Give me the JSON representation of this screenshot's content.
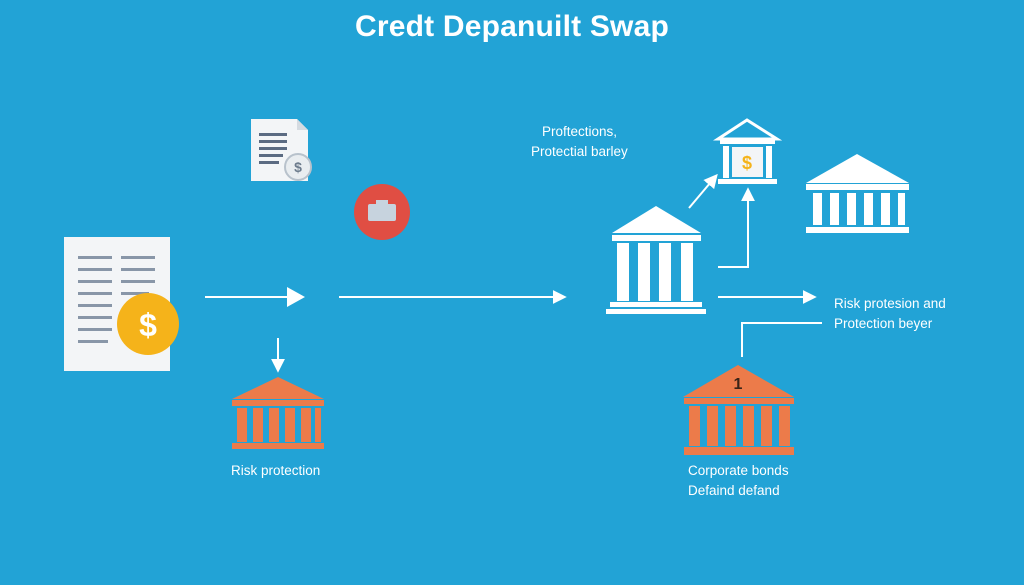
{
  "title": "Credt Depanuilt Swap",
  "labels": {
    "top_line1": "Proftections,",
    "top_line2": "Protectial barley",
    "right_line1": "Risk protesion and",
    "right_line2": "Protection beyer",
    "left_bottom": "Risk protection",
    "bottom_line1": "Corporate bonds",
    "bottom_line2": "Defaind defand"
  },
  "symbols": {
    "dollar": "$",
    "bond_number": "1"
  },
  "colors": {
    "background": "#22a3d6",
    "white": "#ffffff",
    "orange": "#ec7b4a",
    "gold": "#f5b31a",
    "red_circle": "#e04e43",
    "document_lines": "#6a7a8c"
  },
  "icons": [
    "document-icon",
    "dollar-coin-icon",
    "briefcase-icon",
    "bank-icon",
    "arrow-icon"
  ]
}
